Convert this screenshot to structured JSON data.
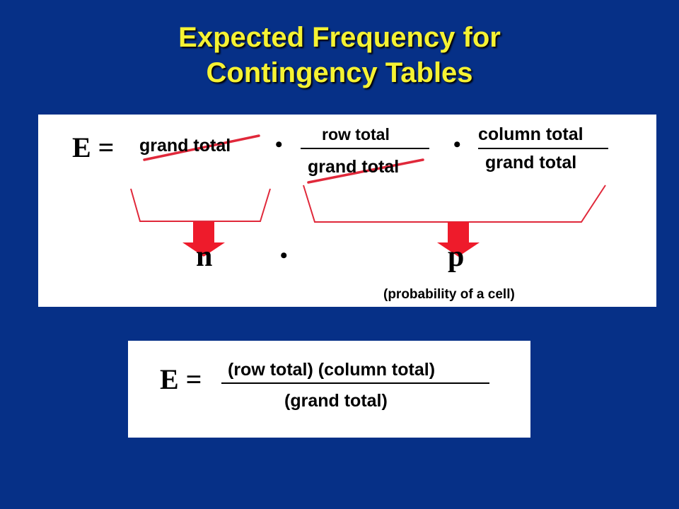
{
  "title": {
    "line1": "Expected Frequency for",
    "line2": "Contingency Tables"
  },
  "formula1": {
    "lhs": "E =",
    "grand_total": "grand total",
    "dot": "•",
    "row_total": "row total",
    "grand_total_2": "grand total",
    "column_total": "column total",
    "grand_total_3": "grand total",
    "n": "n",
    "p": "p",
    "note": "(probability of a cell)"
  },
  "formula2": {
    "lhs": "E =",
    "numerator": "(row total) (column total)",
    "denominator": "(grand total)"
  },
  "colors": {
    "background": "#063087",
    "title": "#f5f233",
    "arrow": "#ee1b2b",
    "strike": "#e0283a",
    "box": "#ffffff"
  }
}
